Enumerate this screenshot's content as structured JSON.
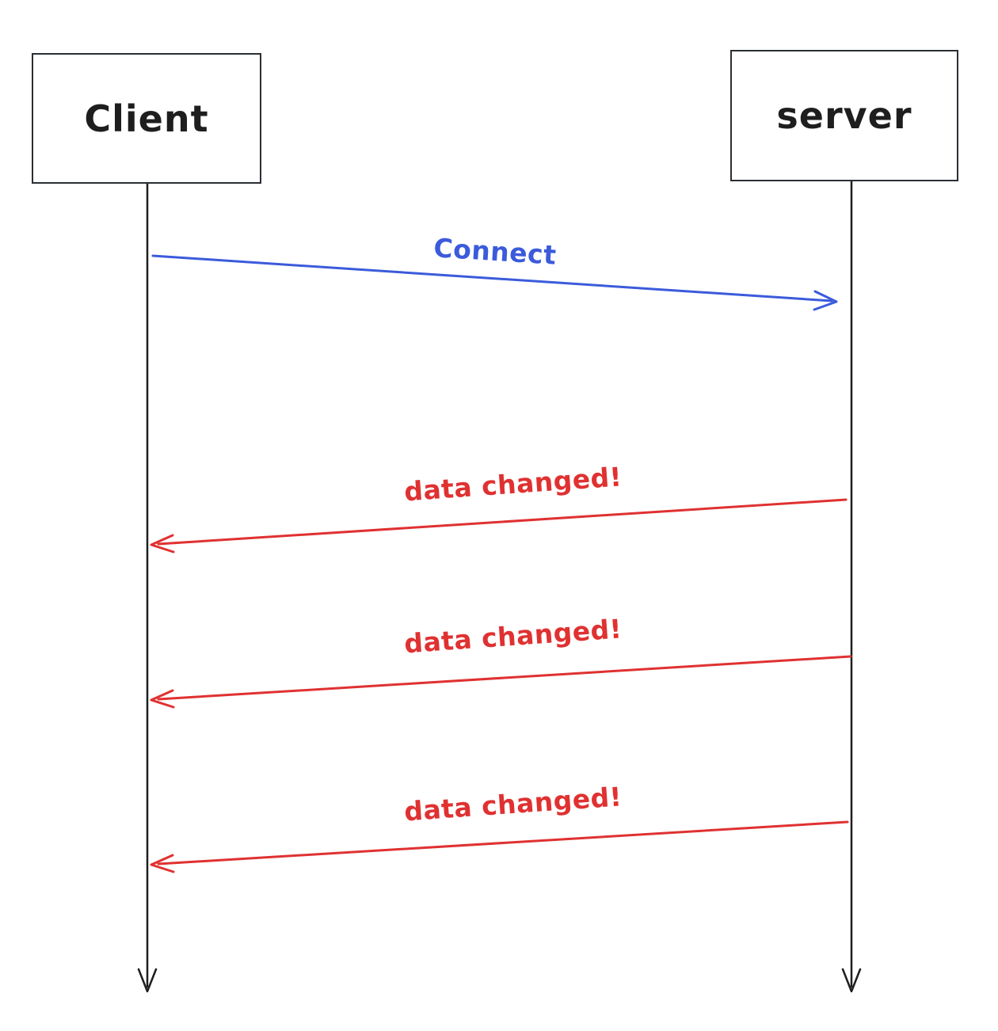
{
  "diagram": {
    "type": "sequence-diagram",
    "style": "hand-drawn",
    "background": "#ffffff",
    "actors": [
      {
        "id": "client",
        "label": "Client"
      },
      {
        "id": "server",
        "label": "server"
      }
    ],
    "messages": [
      {
        "index": 1,
        "label": "Connect",
        "from": "client",
        "to": "server",
        "color": "#3b5bdb"
      },
      {
        "index": 2,
        "label": "data changed!",
        "from": "server",
        "to": "client",
        "color": "#e03131"
      },
      {
        "index": 3,
        "label": "data changed!",
        "from": "server",
        "to": "client",
        "color": "#e03131"
      },
      {
        "index": 4,
        "label": "data changed!",
        "from": "server",
        "to": "client",
        "color": "#e03131"
      }
    ],
    "colors": {
      "ink": "#1e1e1e",
      "blue": "#3b5bdb",
      "red": "#e03131"
    }
  }
}
